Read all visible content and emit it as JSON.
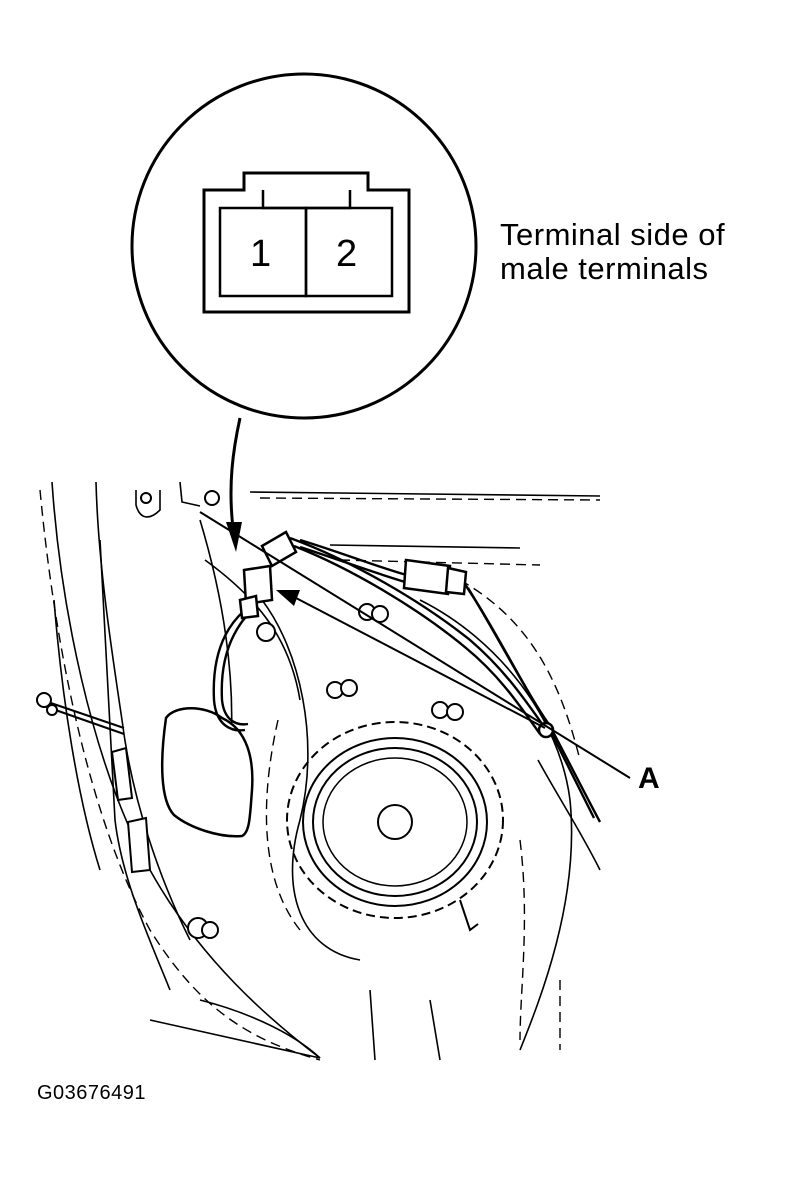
{
  "callout": {
    "line1": "Terminal side of",
    "line2": "male terminals"
  },
  "connector": {
    "pins": [
      "1",
      "2"
    ]
  },
  "part_label": "A",
  "figure_id": "G03676491",
  "colors": {
    "ink": "#000000",
    "paper": "#ffffff"
  }
}
